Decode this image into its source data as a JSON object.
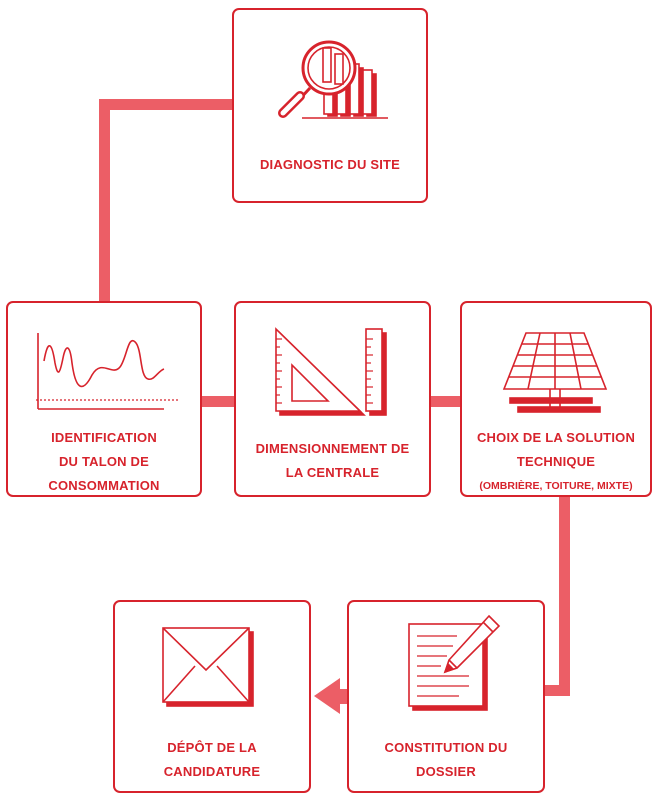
{
  "colors": {
    "primary": "#d7232c",
    "connector": "#ec5e66",
    "background": "#ffffff"
  },
  "steps": {
    "diagnostic": {
      "icon": "magnifier-bar-chart-icon",
      "lines": [
        "DIAGNOSTIC DU SITE"
      ]
    },
    "identification": {
      "icon": "consumption-curve-icon",
      "lines": [
        "IDENTIFICATION",
        "DU TALON DE",
        "CONSOMMATION"
      ]
    },
    "dimensionnement": {
      "icon": "set-square-ruler-icon",
      "lines": [
        "DIMENSIONNEMENT DE",
        "LA CENTRALE"
      ]
    },
    "choix": {
      "icon": "solar-panel-icon",
      "lines": [
        "CHOIX DE LA SOLUTION",
        "TECHNIQUE",
        "(OMBRIÈRE, TOITURE, MIXTE)"
      ]
    },
    "constitution": {
      "icon": "document-pencil-icon",
      "lines": [
        "CONSTITUTION DU",
        "DOSSIER"
      ]
    },
    "depot": {
      "icon": "envelope-icon",
      "lines": [
        "DÉPÔT DE LA",
        "CANDIDATURE"
      ]
    }
  }
}
